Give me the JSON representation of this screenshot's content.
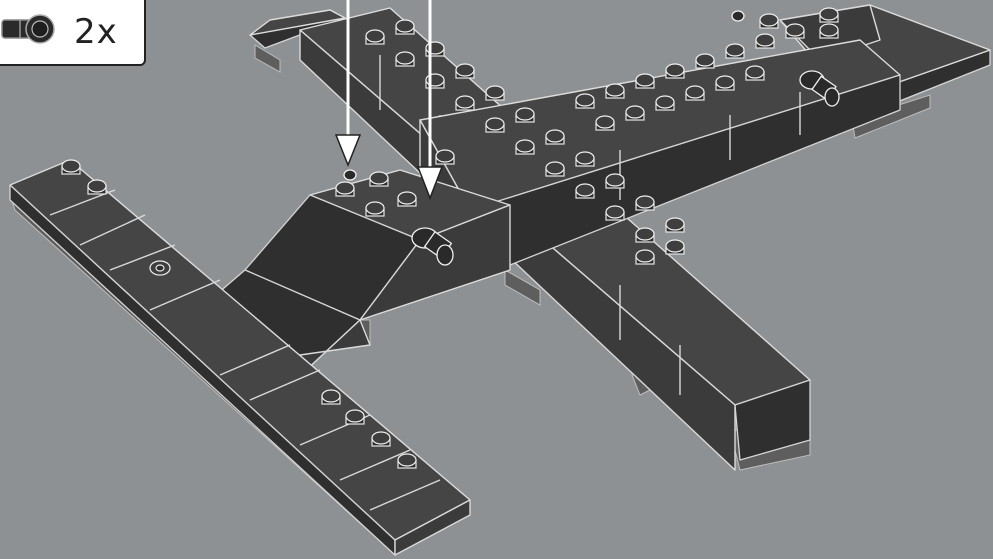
{
  "callout": {
    "quantity": "2x",
    "part": "technic-pin-icon"
  },
  "scene": {
    "description_icon": "lego-airplane-model",
    "arrows": 2,
    "colors": {
      "background": "#8e9194",
      "brick": "#3b3b3b",
      "outline": "#d9d9d9",
      "callout_bg": "#ffffff",
      "arrow": "#ffffff"
    }
  }
}
